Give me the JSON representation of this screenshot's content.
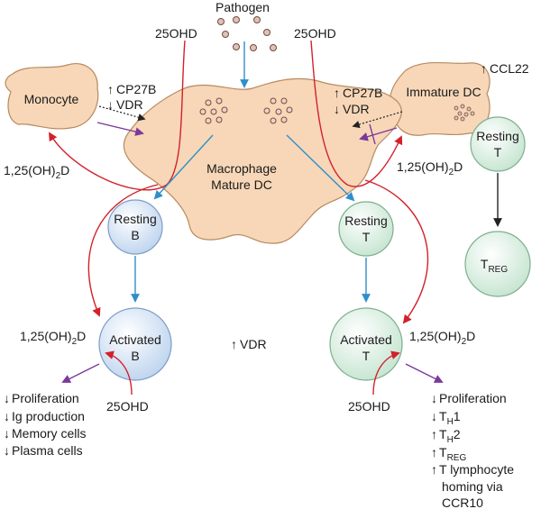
{
  "colors": {
    "blob_fill": "#f7d7b8",
    "blob_stroke": "#b88a60",
    "b_cell_fill": "#cfe0f4",
    "b_cell_stroke": "#7f9cc6",
    "t_cell_fill": "#d5ecde",
    "t_cell_stroke": "#7fae8e",
    "red_arrow": "#d3202a",
    "blue_arrow": "#2f8fc8",
    "purple_arrow": "#7a3a9a",
    "dot_stroke": "#7a4a3a",
    "dot_fill": "#d9c3bd"
  },
  "labels": {
    "pathogen": "Pathogen",
    "ohd_left_top": "25OHD",
    "ohd_right_top": "25OHD",
    "monocyte": "Monocyte",
    "immature_dc": "Immature DC",
    "macrophage_line1": "Macrophage",
    "macrophage_line2": "Mature DC",
    "ccl22": "CCL22",
    "cp27b_left": "CP27B",
    "vdr_left": "VDR",
    "cp27b_right": "CP27B",
    "vdr_right": "VDR",
    "vitd_left_upper": "1,25(OH)",
    "vitd_right_upper": "1,25(OH)",
    "vitd_left_lower": "1,25(OH)",
    "vitd_right_lower": "1,25(OH)",
    "vitd_sub": "2",
    "vitd_tail": "D",
    "resting_b_1": "Resting",
    "resting_b_2": "B",
    "resting_t_1": "Resting",
    "resting_t_2": "T",
    "resting_t_right_1": "Resting",
    "resting_t_right_2": "T",
    "treg_main": "T",
    "treg_sub": "REG",
    "activated_b_1": "Activated",
    "activated_b_2": "B",
    "activated_t_1": "Activated",
    "activated_t_2": "T",
    "vdr_center": "VDR",
    "ohd_left_bottom": "25OHD",
    "ohd_right_bottom": "25OHD"
  },
  "b_cell_effects": [
    "Proliferation",
    "Ig production",
    "Memory cells",
    "Plasma cells"
  ],
  "t_cell_effects": {
    "proliferation": "Proliferation",
    "th1_main": "T",
    "th1_sub": "H",
    "th1_tail": "1",
    "th2_main": "T",
    "th2_sub": "H",
    "th2_tail": "2",
    "treg_main": "T",
    "treg_sub": "REG",
    "homing_1": "T lymphocyte",
    "homing_2": "homing via",
    "homing_3": "CCR10"
  },
  "arrows": {
    "down": "↓",
    "up": "↑"
  }
}
